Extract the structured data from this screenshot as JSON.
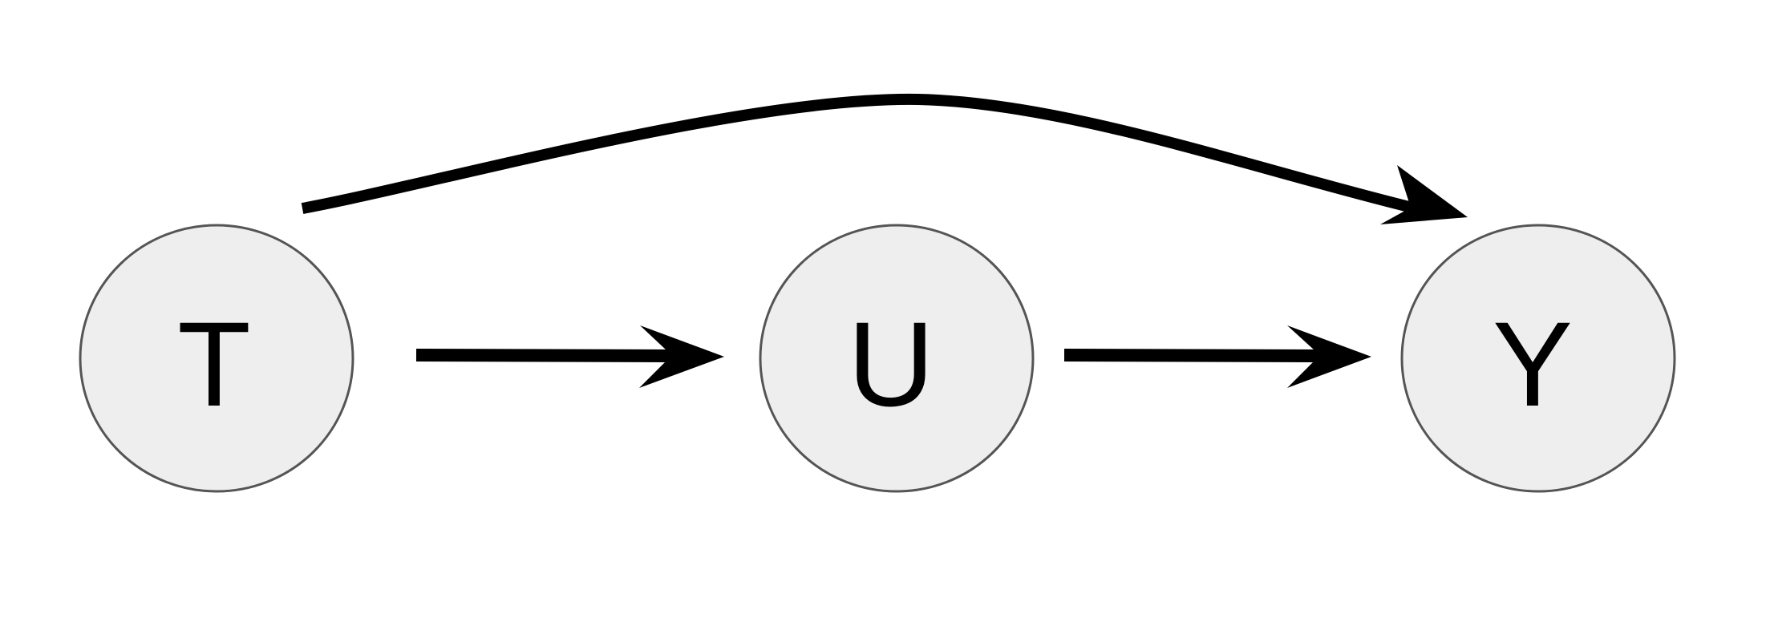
{
  "diagram": {
    "nodes": [
      {
        "id": "T",
        "label": "T",
        "fill": "#eeeeee",
        "stroke": "#555555"
      },
      {
        "id": "U",
        "label": "U",
        "fill": "#eeeeee",
        "stroke": "#555555"
      },
      {
        "id": "Y",
        "label": "Y",
        "fill": "#eeeeee",
        "stroke": "#555555"
      }
    ],
    "edges": [
      {
        "from": "T",
        "to": "U"
      },
      {
        "from": "U",
        "to": "Y"
      },
      {
        "from": "T",
        "to": "Y",
        "shape": "curved"
      }
    ],
    "edge_color": "#000000"
  }
}
